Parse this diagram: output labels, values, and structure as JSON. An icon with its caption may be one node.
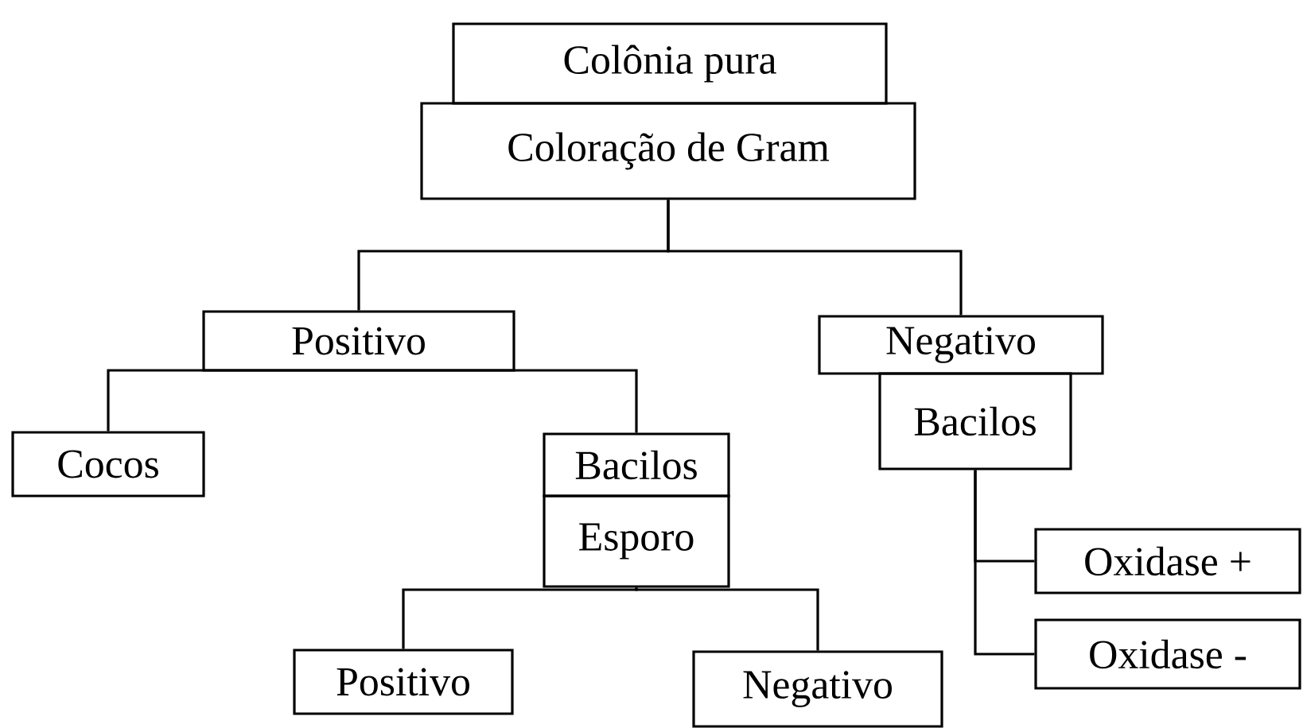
{
  "diagram": {
    "nodes": [
      {
        "text": [
          "Colônia pura"
        ]
      },
      {
        "text": [
          "Coloração de Gram"
        ]
      },
      {
        "text": [
          "Positivo"
        ]
      },
      {
        "text": [
          "Negativo"
        ]
      },
      {
        "text": [
          "Bacilos"
        ]
      },
      {
        "text": [
          "Cocos"
        ]
      },
      {
        "text": [
          "Bacilos"
        ]
      },
      {
        "text": [
          "Esporo"
        ]
      },
      {
        "text": [
          "Oxidase +"
        ]
      },
      {
        "text": [
          "Oxidase -"
        ]
      },
      {
        "text": [
          "Positivo"
        ]
      },
      {
        "text": [
          "Negativo"
        ]
      }
    ],
    "edges": [
      {
        "from": 1,
        "to": 2,
        "arrow": "none"
      },
      {
        "from": 1,
        "to": 3,
        "arrow": "none"
      },
      {
        "from": 2,
        "to": 5,
        "arrow": "none"
      },
      {
        "from": 2,
        "to": 6,
        "arrow": "none"
      },
      {
        "from": 7,
        "to": 10,
        "arrow": "none"
      },
      {
        "from": 7,
        "to": 11,
        "arrow": "none"
      },
      {
        "from": 4,
        "to": 8,
        "arrow": "none"
      },
      {
        "from": 4,
        "to": 9,
        "arrow": "none"
      }
    ]
  }
}
